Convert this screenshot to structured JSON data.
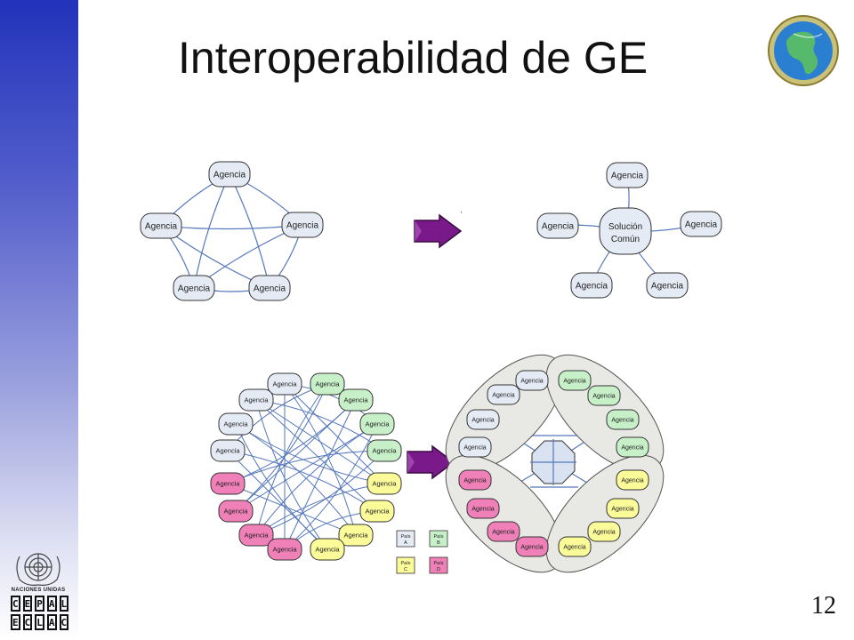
{
  "slide": {
    "title": "Interoperabilidad de GE",
    "page_number": "12"
  },
  "branding": {
    "un_label": "NACIONES UNIDAS",
    "cepal_row1": [
      "C",
      "E",
      "P",
      "A",
      "L"
    ],
    "cepal_row2": [
      "E",
      "C",
      "L",
      "A",
      "C"
    ]
  },
  "labels": {
    "agency": "Agencia",
    "common_solution_line1": "Solución",
    "common_solution_line2": "Común",
    "country_prefix": "País",
    "countries": [
      "A",
      "B",
      "C",
      "D"
    ]
  },
  "colors": {
    "sidebar_top": "#2233bb",
    "node_blue": "#e5ebf5",
    "node_green": "#c8f0c8",
    "node_yellow": "#fbfb9a",
    "node_pink": "#f080b8",
    "edge": "#5577bb",
    "arrow": "#7a1a8a"
  },
  "icons": [
    "globe-icon",
    "un-emblem-icon",
    "arrow-right-icon"
  ]
}
